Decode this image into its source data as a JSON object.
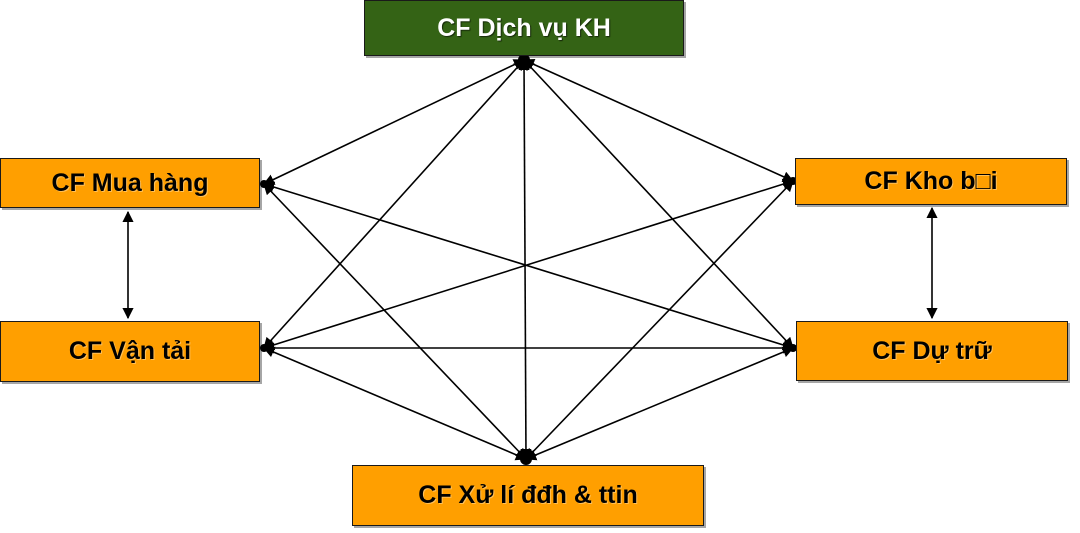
{
  "colors": {
    "green_fill": "#346315",
    "orange_fill": "#ff9f00",
    "line": "#000000"
  },
  "nodes": {
    "dich_vu_kh": "CF Dịch vụ KH",
    "mua_hang": "CF Mua hàng",
    "kho_bai": "CF Kho b□i",
    "van_tai": "CF Vận tải",
    "du_tru": "CF Dự trữ",
    "xu_li": "CF Xử lí đđh & ttin"
  },
  "edges": [
    [
      "dich_vu_kh",
      "mua_hang"
    ],
    [
      "dich_vu_kh",
      "kho_bai"
    ],
    [
      "dich_vu_kh",
      "van_tai"
    ],
    [
      "dich_vu_kh",
      "du_tru"
    ],
    [
      "dich_vu_kh",
      "xu_li"
    ],
    [
      "mua_hang",
      "van_tai"
    ],
    [
      "mua_hang",
      "du_tru"
    ],
    [
      "mua_hang",
      "xu_li"
    ],
    [
      "kho_bai",
      "du_tru"
    ],
    [
      "kho_bai",
      "van_tai"
    ],
    [
      "kho_bai",
      "xu_li"
    ],
    [
      "van_tai",
      "du_tru"
    ],
    [
      "van_tai",
      "xu_li"
    ],
    [
      "du_tru",
      "xu_li"
    ]
  ]
}
